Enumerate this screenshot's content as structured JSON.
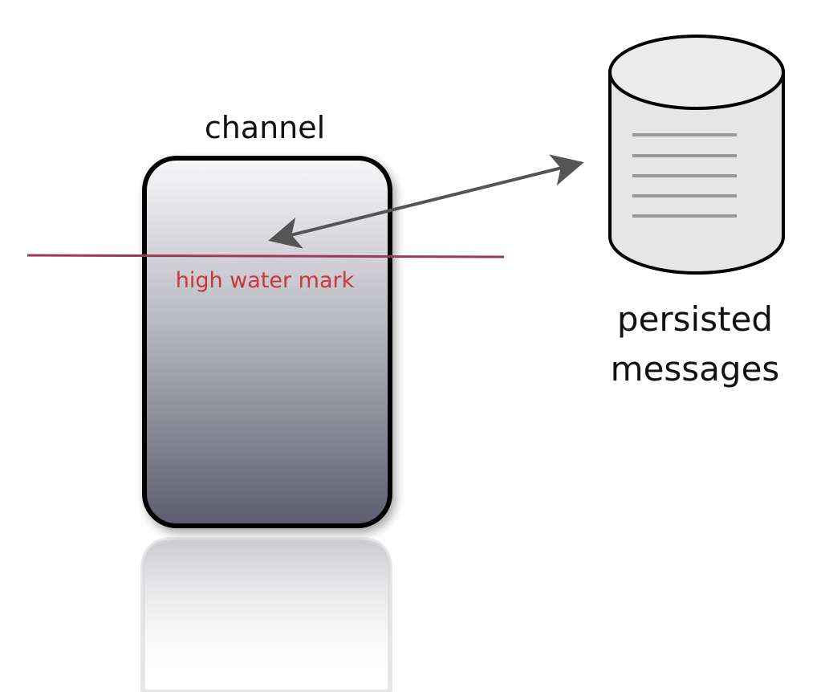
{
  "channel": {
    "label": "channel"
  },
  "high_water_mark": {
    "label": "high water mark",
    "color": "#c8383e",
    "line_color": "#9c3a55"
  },
  "store": {
    "label_line1": "persisted",
    "label_line2": "messages"
  },
  "arrow": {
    "color": "#555555"
  }
}
